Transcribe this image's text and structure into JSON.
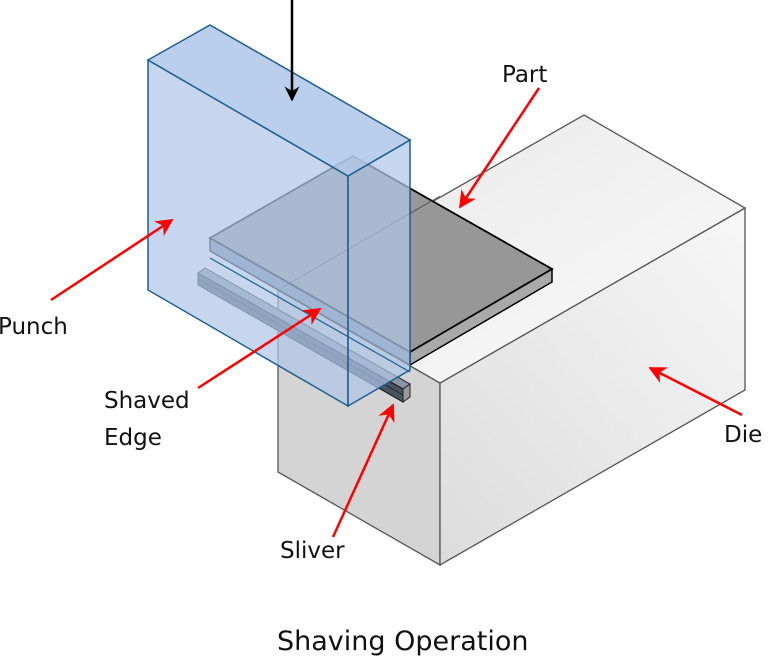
{
  "title": "Shaving Operation",
  "labels": {
    "punch": "Punch",
    "part": "Part",
    "shaved_edge_line1": "Shaved",
    "shaved_edge_line2": "Edge",
    "sliver": "Sliver",
    "die": "Die"
  },
  "colors": {
    "punch_fill": "#aec6e8",
    "punch_stroke": "#1f5f8f",
    "part_fill_under_punch": "#6e7f97",
    "part_fill": "#9a9a9a",
    "part_edge": "#8c8c8c",
    "die_top": "#f2f2f2",
    "die_right": "#ebebeb",
    "die_left": "#d6d6d6",
    "die_stroke": "#555555",
    "arrow_red": "#ff0000",
    "force_arrow": "#000000"
  },
  "components": [
    {
      "name": "Punch",
      "description": "Blue translucent block moving downward"
    },
    {
      "name": "Part",
      "description": "Flat plate resting on die"
    },
    {
      "name": "Die",
      "description": "Grey block supporting part"
    },
    {
      "name": "Sliver",
      "description": "Thin strip removed from part edge"
    },
    {
      "name": "Shaved Edge",
      "description": "Clean edge left on part"
    }
  ]
}
